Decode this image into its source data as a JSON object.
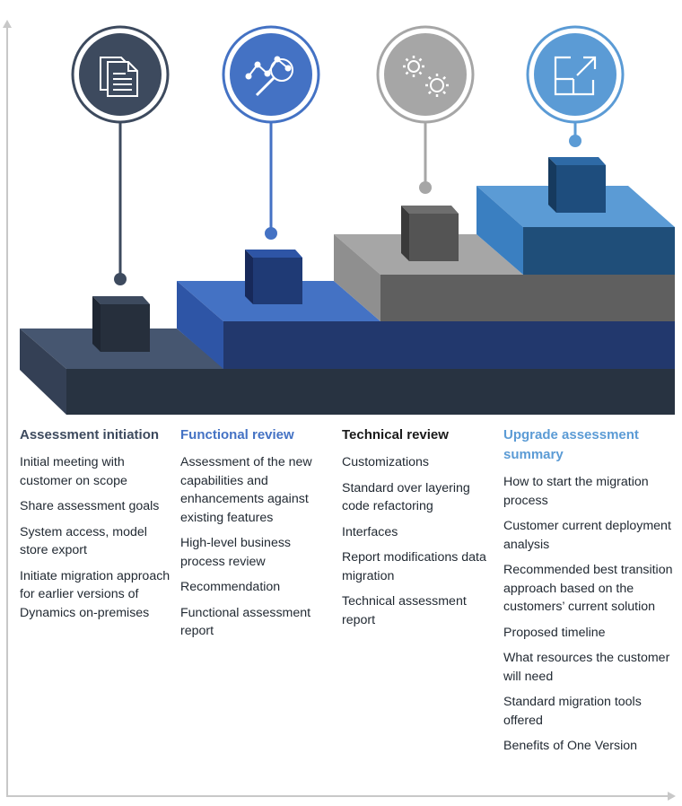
{
  "phases": [
    {
      "title": "Assessment initiation",
      "title_color": "#3d4a5e",
      "icon": "document-icon",
      "items": [
        "Initial meeting with customer on scope",
        "Share assessment goals",
        "System access, model store export",
        "Initiate migration approach for earlier versions of Dynamics on-premises"
      ]
    },
    {
      "title": "Functional review",
      "title_color": "#4472c4",
      "icon": "analytics-magnifier-icon",
      "items": [
        "Assessment of the new capabilities and enhancements against existing features",
        "High-level business process review",
        "Recommendation",
        "Functional assessment report"
      ]
    },
    {
      "title": "Technical review",
      "title_color": "#1a1a1a",
      "icon": "gears-icon",
      "items": [
        "Customizations",
        "Standard over layering code refactoring",
        "Interfaces",
        "Report modifications data migration",
        "Technical assessment report"
      ]
    },
    {
      "title": "Upgrade assessment summary",
      "title_color": "#5b9bd5",
      "icon": "upgrade-arrow-icon",
      "items": [
        "How to start the migration process",
        "Customer current deployment analysis",
        "Recommended best transition approach based on the customers’ current solution",
        "Proposed timeline",
        "What resources the customer will need",
        "Standard migration tools offered",
        "Benefits of One Version"
      ]
    }
  ],
  "colors": {
    "navy_dark": "#3d4a5e",
    "blue": "#4472c4",
    "gray": "#a6a6a6",
    "light_blue": "#5b9bd5",
    "axis": "#c8c8c8"
  }
}
